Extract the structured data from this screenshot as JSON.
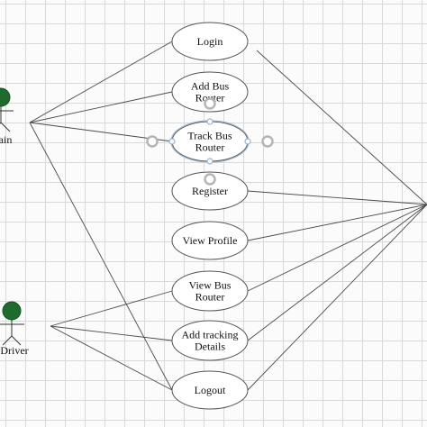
{
  "diagram": {
    "actors": [
      {
        "id": "admin",
        "label": "ain"
      },
      {
        "id": "driver",
        "label": "Driver"
      },
      {
        "id": "user",
        "label": ""
      }
    ],
    "use_cases": [
      {
        "id": "login",
        "lines": [
          "Login"
        ]
      },
      {
        "id": "add-bus-router",
        "lines": [
          "Add Bus",
          "Router"
        ]
      },
      {
        "id": "track-bus-router",
        "lines": [
          "Track Bus",
          "Router"
        ]
      },
      {
        "id": "register",
        "lines": [
          "Register"
        ]
      },
      {
        "id": "view-profile",
        "lines": [
          "View Profile"
        ]
      },
      {
        "id": "view-bus-router",
        "lines": [
          "View Bus",
          "Router"
        ]
      },
      {
        "id": "add-tracking-details",
        "lines": [
          "Add tracking",
          "Details"
        ]
      },
      {
        "id": "logout",
        "lines": [
          "Logout"
        ]
      }
    ],
    "associations": [
      [
        "admin",
        "login"
      ],
      [
        "admin",
        "add-bus-router"
      ],
      [
        "admin",
        "track-bus-router"
      ],
      [
        "admin",
        "logout"
      ],
      [
        "driver",
        "view-bus-router"
      ],
      [
        "driver",
        "add-tracking-details"
      ],
      [
        "driver",
        "logout"
      ],
      [
        "user",
        "login"
      ],
      [
        "user",
        "register"
      ],
      [
        "user",
        "view-profile"
      ],
      [
        "user",
        "view-bus-router"
      ],
      [
        "user",
        "add-tracking-details"
      ],
      [
        "user",
        "logout"
      ]
    ],
    "selected_use_case": "track-bus-router",
    "colors": {
      "actor_head": "#1e6b2e",
      "line": "#4a4a4a",
      "ellipse_stroke": "#555555",
      "selection": "#9bb3c9"
    }
  }
}
